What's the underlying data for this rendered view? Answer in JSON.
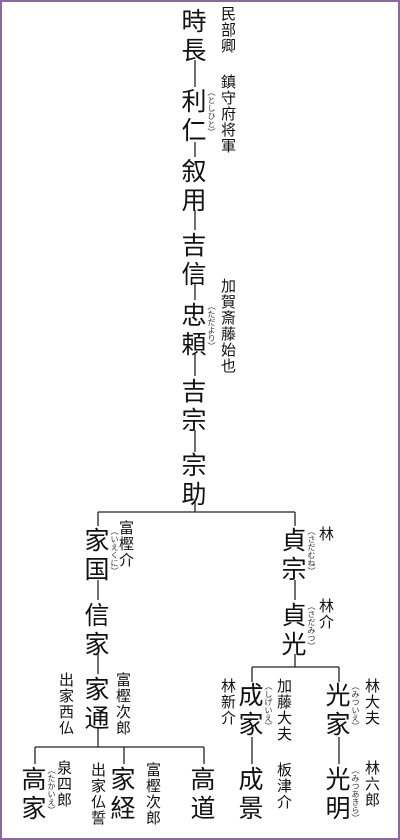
{
  "persons": [
    {
      "id": "tokinaga",
      "name": "時長",
      "title": "民部卿"
    },
    {
      "id": "toshihito",
      "name": "利仁",
      "ruby": "（としひと）",
      "title": "鎮守府将軍"
    },
    {
      "id": "nobumochi",
      "name": "叙用"
    },
    {
      "id": "yoshinobu",
      "name": "吉信"
    },
    {
      "id": "tadayori",
      "name": "忠頼",
      "ruby": "（ただより）",
      "title": "加賀斎藤始也"
    },
    {
      "id": "yoshimune",
      "name": "吉宗"
    },
    {
      "id": "munesuke",
      "name": "宗助"
    },
    {
      "id": "iekuni",
      "name": "家国",
      "ruby": "（いえくに）",
      "title": "富樫介"
    },
    {
      "id": "sadamune",
      "name": "貞宗",
      "ruby": "（さだむね）",
      "title": "林"
    },
    {
      "id": "nobuie",
      "name": "信家"
    },
    {
      "id": "sadamitsu",
      "name": "貞光",
      "ruby": "（さだみつ）",
      "title": "林介"
    },
    {
      "id": "iemichi",
      "name": "家通",
      "title_left": "出家西仏",
      "title_right": "富樫次郎"
    },
    {
      "id": "shigeie",
      "name": "成家",
      "ruby": "（しげいえ）",
      "title_left": "林新介",
      "title_right": "加藤大夫"
    },
    {
      "id": "mitsuie",
      "name": "光家",
      "ruby": "（みついえ）",
      "title": "林大夫"
    },
    {
      "id": "takaie",
      "name": "高家",
      "ruby": "（たかいえ）",
      "title": "泉四郎"
    },
    {
      "id": "ietsune",
      "name": "家経",
      "title_left": "出家仏誓",
      "title_right": "富樫次郎"
    },
    {
      "id": "takamichi",
      "name": "高道"
    },
    {
      "id": "shigekage",
      "name": "成景",
      "title": "板津介"
    },
    {
      "id": "mitsuaki",
      "name": "光明",
      "ruby": "（みつあきら）",
      "title": "林六郎"
    }
  ]
}
